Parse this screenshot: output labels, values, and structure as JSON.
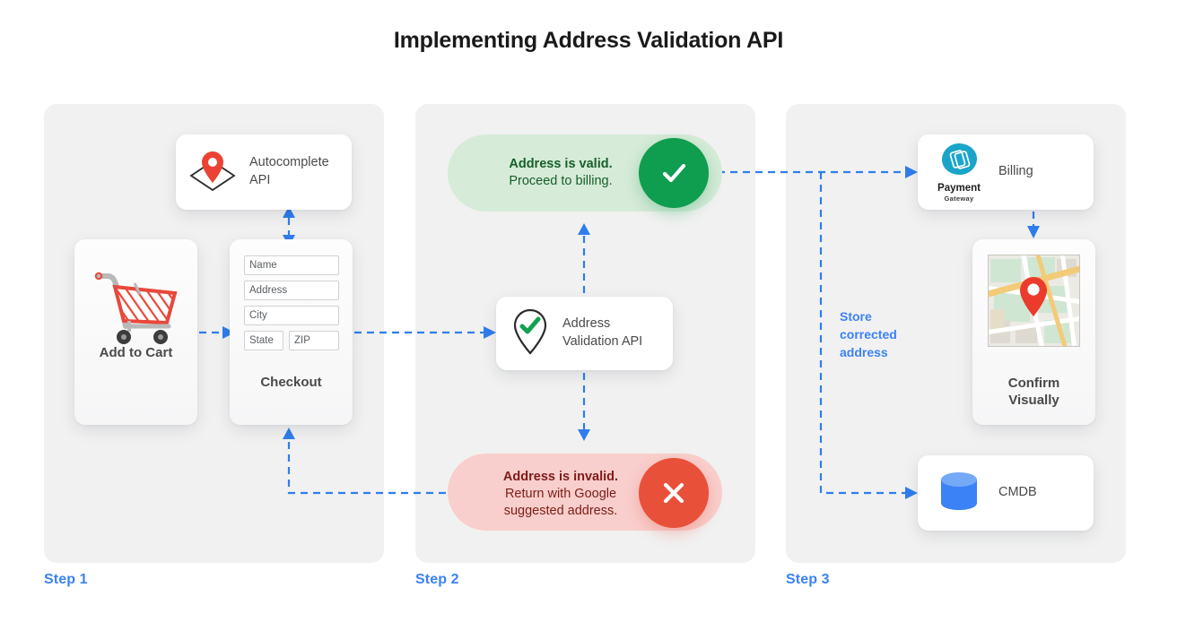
{
  "page": {
    "title": "Implementing Address Validation API",
    "accent_blue": "#3b82f6",
    "panel_bg": "#f1f1f1",
    "valid_green": "#0f9d4f",
    "invalid_red": "#e8503a"
  },
  "steps": [
    {
      "label": "Step 1"
    },
    {
      "label": "Step 2"
    },
    {
      "label": "Step 3"
    }
  ],
  "step1": {
    "autocomplete_card": {
      "label_line1": "Autocomplete",
      "label_line2": "API",
      "icon": "map-pin-diamond-icon"
    },
    "cart_card": {
      "caption": "Add to Cart",
      "icon": "shopping-cart-icon"
    },
    "checkout_card": {
      "caption": "Checkout",
      "fields": [
        {
          "name": "name",
          "placeholder": "Name"
        },
        {
          "name": "address",
          "placeholder": "Address"
        },
        {
          "name": "city",
          "placeholder": "City"
        },
        {
          "name": "state",
          "placeholder": "State"
        },
        {
          "name": "zip",
          "placeholder": "ZIP"
        }
      ]
    }
  },
  "step2": {
    "valid_pill": {
      "heading": "Address is valid.",
      "body": "Proceed to billing.",
      "badge_icon": "check-icon",
      "badge_color": "#0f9d4f",
      "pill_color": "#d6ebd8"
    },
    "invalid_pill": {
      "heading": "Address is invalid.",
      "body_line1": "Return with Google",
      "body_line2": "suggested address.",
      "badge_icon": "close-icon",
      "badge_color": "#e8503a",
      "pill_color": "#f8cfcd"
    },
    "validation_card": {
      "label_line1": "Address",
      "label_line2": "Validation API",
      "icon": "map-pin-check-icon"
    }
  },
  "step3": {
    "billing_card": {
      "label": "Billing",
      "logo_line1": "Payment",
      "logo_line2": "Gateway",
      "icon": "payment-gateway-logo-icon"
    },
    "map_card": {
      "caption_line1": "Confirm",
      "caption_line2": "Visually",
      "icon": "map-thumbnail-icon"
    },
    "cmdb_card": {
      "label": "CMDB",
      "icon": "database-cylinder-icon"
    },
    "store_note_line1": "Store",
    "store_note_line2": "corrected",
    "store_note_line3": "address"
  }
}
